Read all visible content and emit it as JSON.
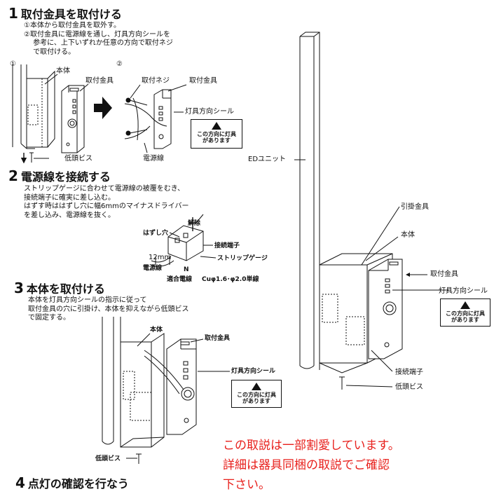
{
  "step1": {
    "num": "1",
    "title": "取付金具を取付ける",
    "body": "①本体から取付金具を取外す。\n②取付金具に電源線を通し、灯具方向シールを\n　 参考に、上下いずれか任意の方向で取付ネジ\n　 で取付ける。",
    "sub1": "①",
    "sub2": "②",
    "label_hontai": "本体",
    "label_toritsuke_kanagu": "取付金具",
    "label_teitou_bisu": "低頭ビス",
    "label_toritsuke_neji": "取付ネジ",
    "label_kanagu2": "取付金具",
    "label_seal": "灯具方向シール",
    "label_dengensen": "電源線",
    "seal_text": "この方向に灯具\nがあります"
  },
  "step2": {
    "num": "2",
    "title": "電源線を接続する",
    "body": "ストリップゲージに合わせて電源線の被覆をむき、\n接続端子に確実に差し込む。\nはずす時ははずし穴に幅6mmのマイナスドライバー\nを差し込み、電源線を抜く。",
    "label_kaijo": "解除",
    "label_hazushiana": "はずし穴",
    "label_setsuzoku": "接続端子",
    "label_12mm": "12mm",
    "label_strip": "ストリップゲージ",
    "label_dengensen": "電源線",
    "label_n": "N",
    "label_tekigou": "適合電線",
    "label_cu": "Cuφ1.6･φ2.0単線"
  },
  "step3": {
    "num": "3",
    "title": "本体を取付ける",
    "body": "本体を灯具方向シールの指示に従って\n取付金具の穴に引掛け、本体を抑えながら低頭ビス\nで固定する。",
    "label_hontai": "本体",
    "label_kanagu": "取付金具",
    "label_seal": "灯具方向シール",
    "label_teitou_bisu": "低頭ビス",
    "seal_text": "この方向に灯具\nがあります"
  },
  "step4": {
    "num": "4",
    "title": "点灯の確認を行なう"
  },
  "right_diagram": {
    "label_led_unit": "EDユニット",
    "label_hikake": "引掛金具",
    "label_hontai": "本体",
    "label_kanagu": "取付金具",
    "label_seal": "灯具方向シール",
    "seal_text": "この方向に灯具\nがあります",
    "label_setsuzoku": "接続端子",
    "label_teitou_bisu": "低頭ビス"
  },
  "notice": "この取説は一部割愛しています。\n詳細は器具同梱の取説でご確認\n下さい。",
  "colors": {
    "notice": "#e8201c",
    "line": "#111111",
    "shade": "#d8d8d8"
  }
}
